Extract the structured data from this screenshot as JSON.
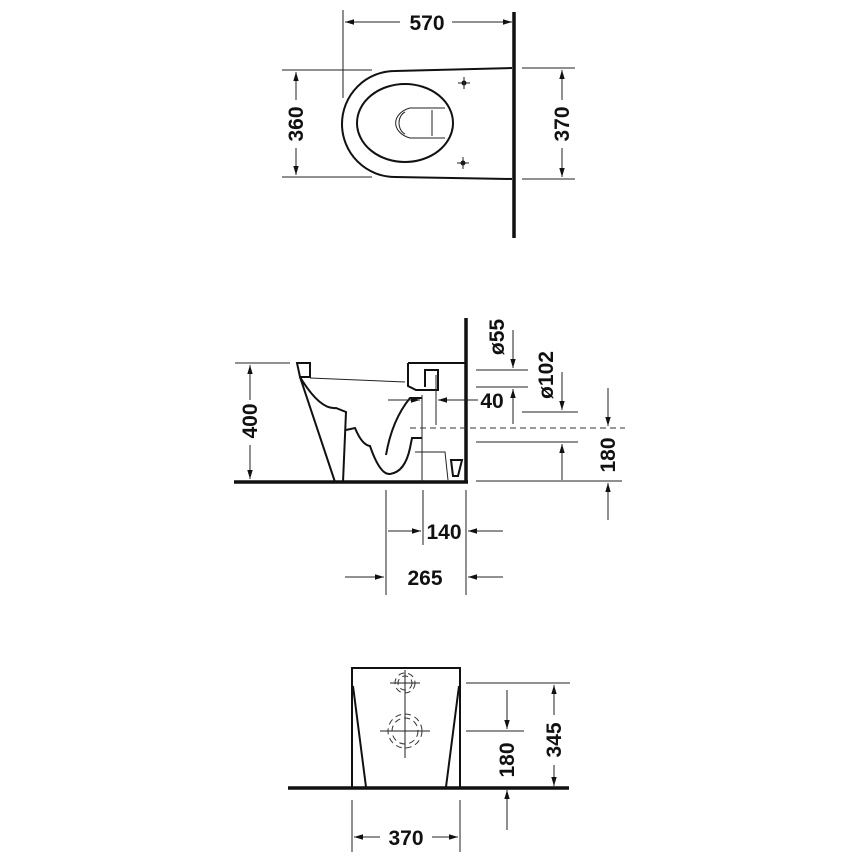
{
  "drawing": {
    "top_view": {
      "width_label": "570",
      "left_depth_label": "360",
      "right_depth_label": "370"
    },
    "side_view": {
      "height_label": "400",
      "inlet_diameter_label": "ø55",
      "outlet_diameter_label": "ø102",
      "offset_label": "40",
      "outlet_height_label": "180",
      "outlet_distance_label": "140",
      "foot_distance_label": "265"
    },
    "front_view": {
      "height_label": "345",
      "outlet_height_label": "180",
      "width_label": "370"
    }
  },
  "colors": {
    "line": "#111111",
    "background": "#ffffff"
  }
}
